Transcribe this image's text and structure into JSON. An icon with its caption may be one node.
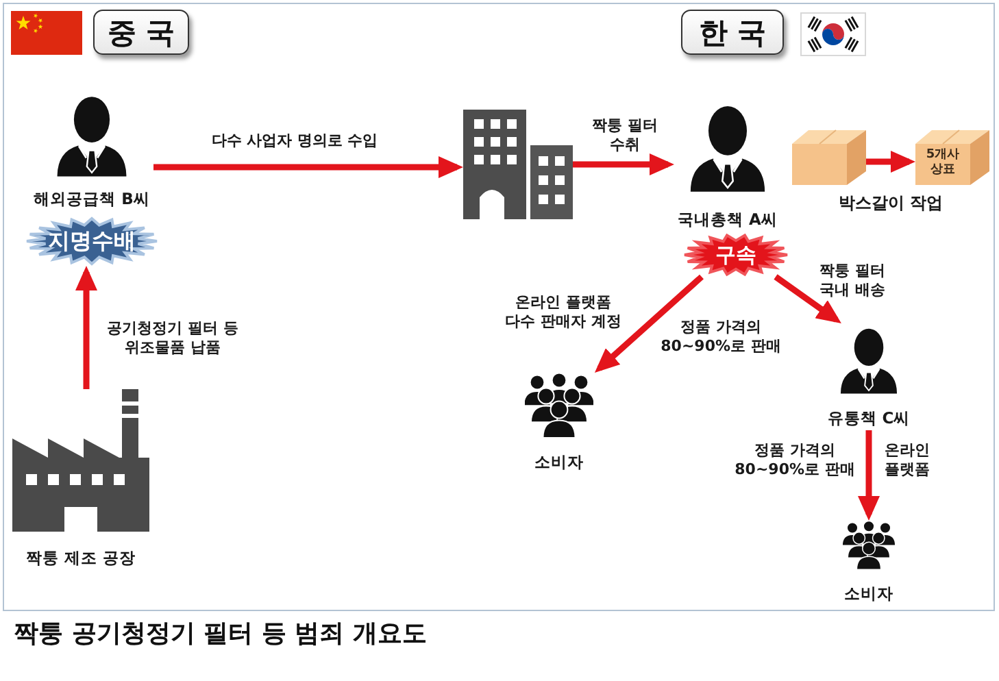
{
  "diagram": {
    "caption": "짝퉁 공기청정기 필터 등 범죄 개요도",
    "nodes": [
      {
        "text": [
          "중 국"
        ]
      },
      {
        "text": [
          "한 국"
        ]
      },
      {
        "text": [
          "해외공급책 B씨"
        ]
      },
      {
        "text": [
          "지명수배"
        ]
      },
      {
        "text": [],
        "shape": "picture"
      },
      {
        "text": [
          "국내총책 A씨"
        ]
      },
      {
        "text": [],
        "shape": "box"
      },
      {
        "text": [
          "5개사 상표"
        ]
      },
      {
        "text": [
          "구속"
        ]
      },
      {
        "text": [
          "유통책 C씨"
        ]
      },
      {
        "text": [
          "소비자"
        ]
      },
      {
        "text": [
          "짝퉁 제조 공장"
        ]
      },
      {
        "text": [
          "소비자"
        ]
      }
    ],
    "edges": [
      {
        "from": 2,
        "to": 4,
        "arrow": "to",
        "label": "다수 사업자 명의로 수입"
      },
      {
        "from": 4,
        "to": 5,
        "arrow": "to",
        "label": "짝퉁 필터 수취"
      },
      {
        "from": 6,
        "to": 7,
        "arrow": "to"
      },
      {
        "from": 11,
        "to": 3,
        "arrow": "to",
        "label": "공기청정기 필터 등 위조물품 납품"
      },
      {
        "from": 8,
        "to": 10,
        "arrow": "to",
        "label": "정품 가격의 80~90%로 판매"
      },
      {
        "from": 8,
        "to": 9,
        "arrow": "to",
        "label": "짝퉁 필터 국내 배송"
      },
      {
        "from": 9,
        "to": 12,
        "arrow": "to",
        "label": "정품 가격의 80~90%로 판매"
      }
    ],
    "labels": [
      "박스갈이 작업",
      "온라인 플랫폼 다수 판매자 계정",
      "온라인 플랫폼"
    ]
  }
}
